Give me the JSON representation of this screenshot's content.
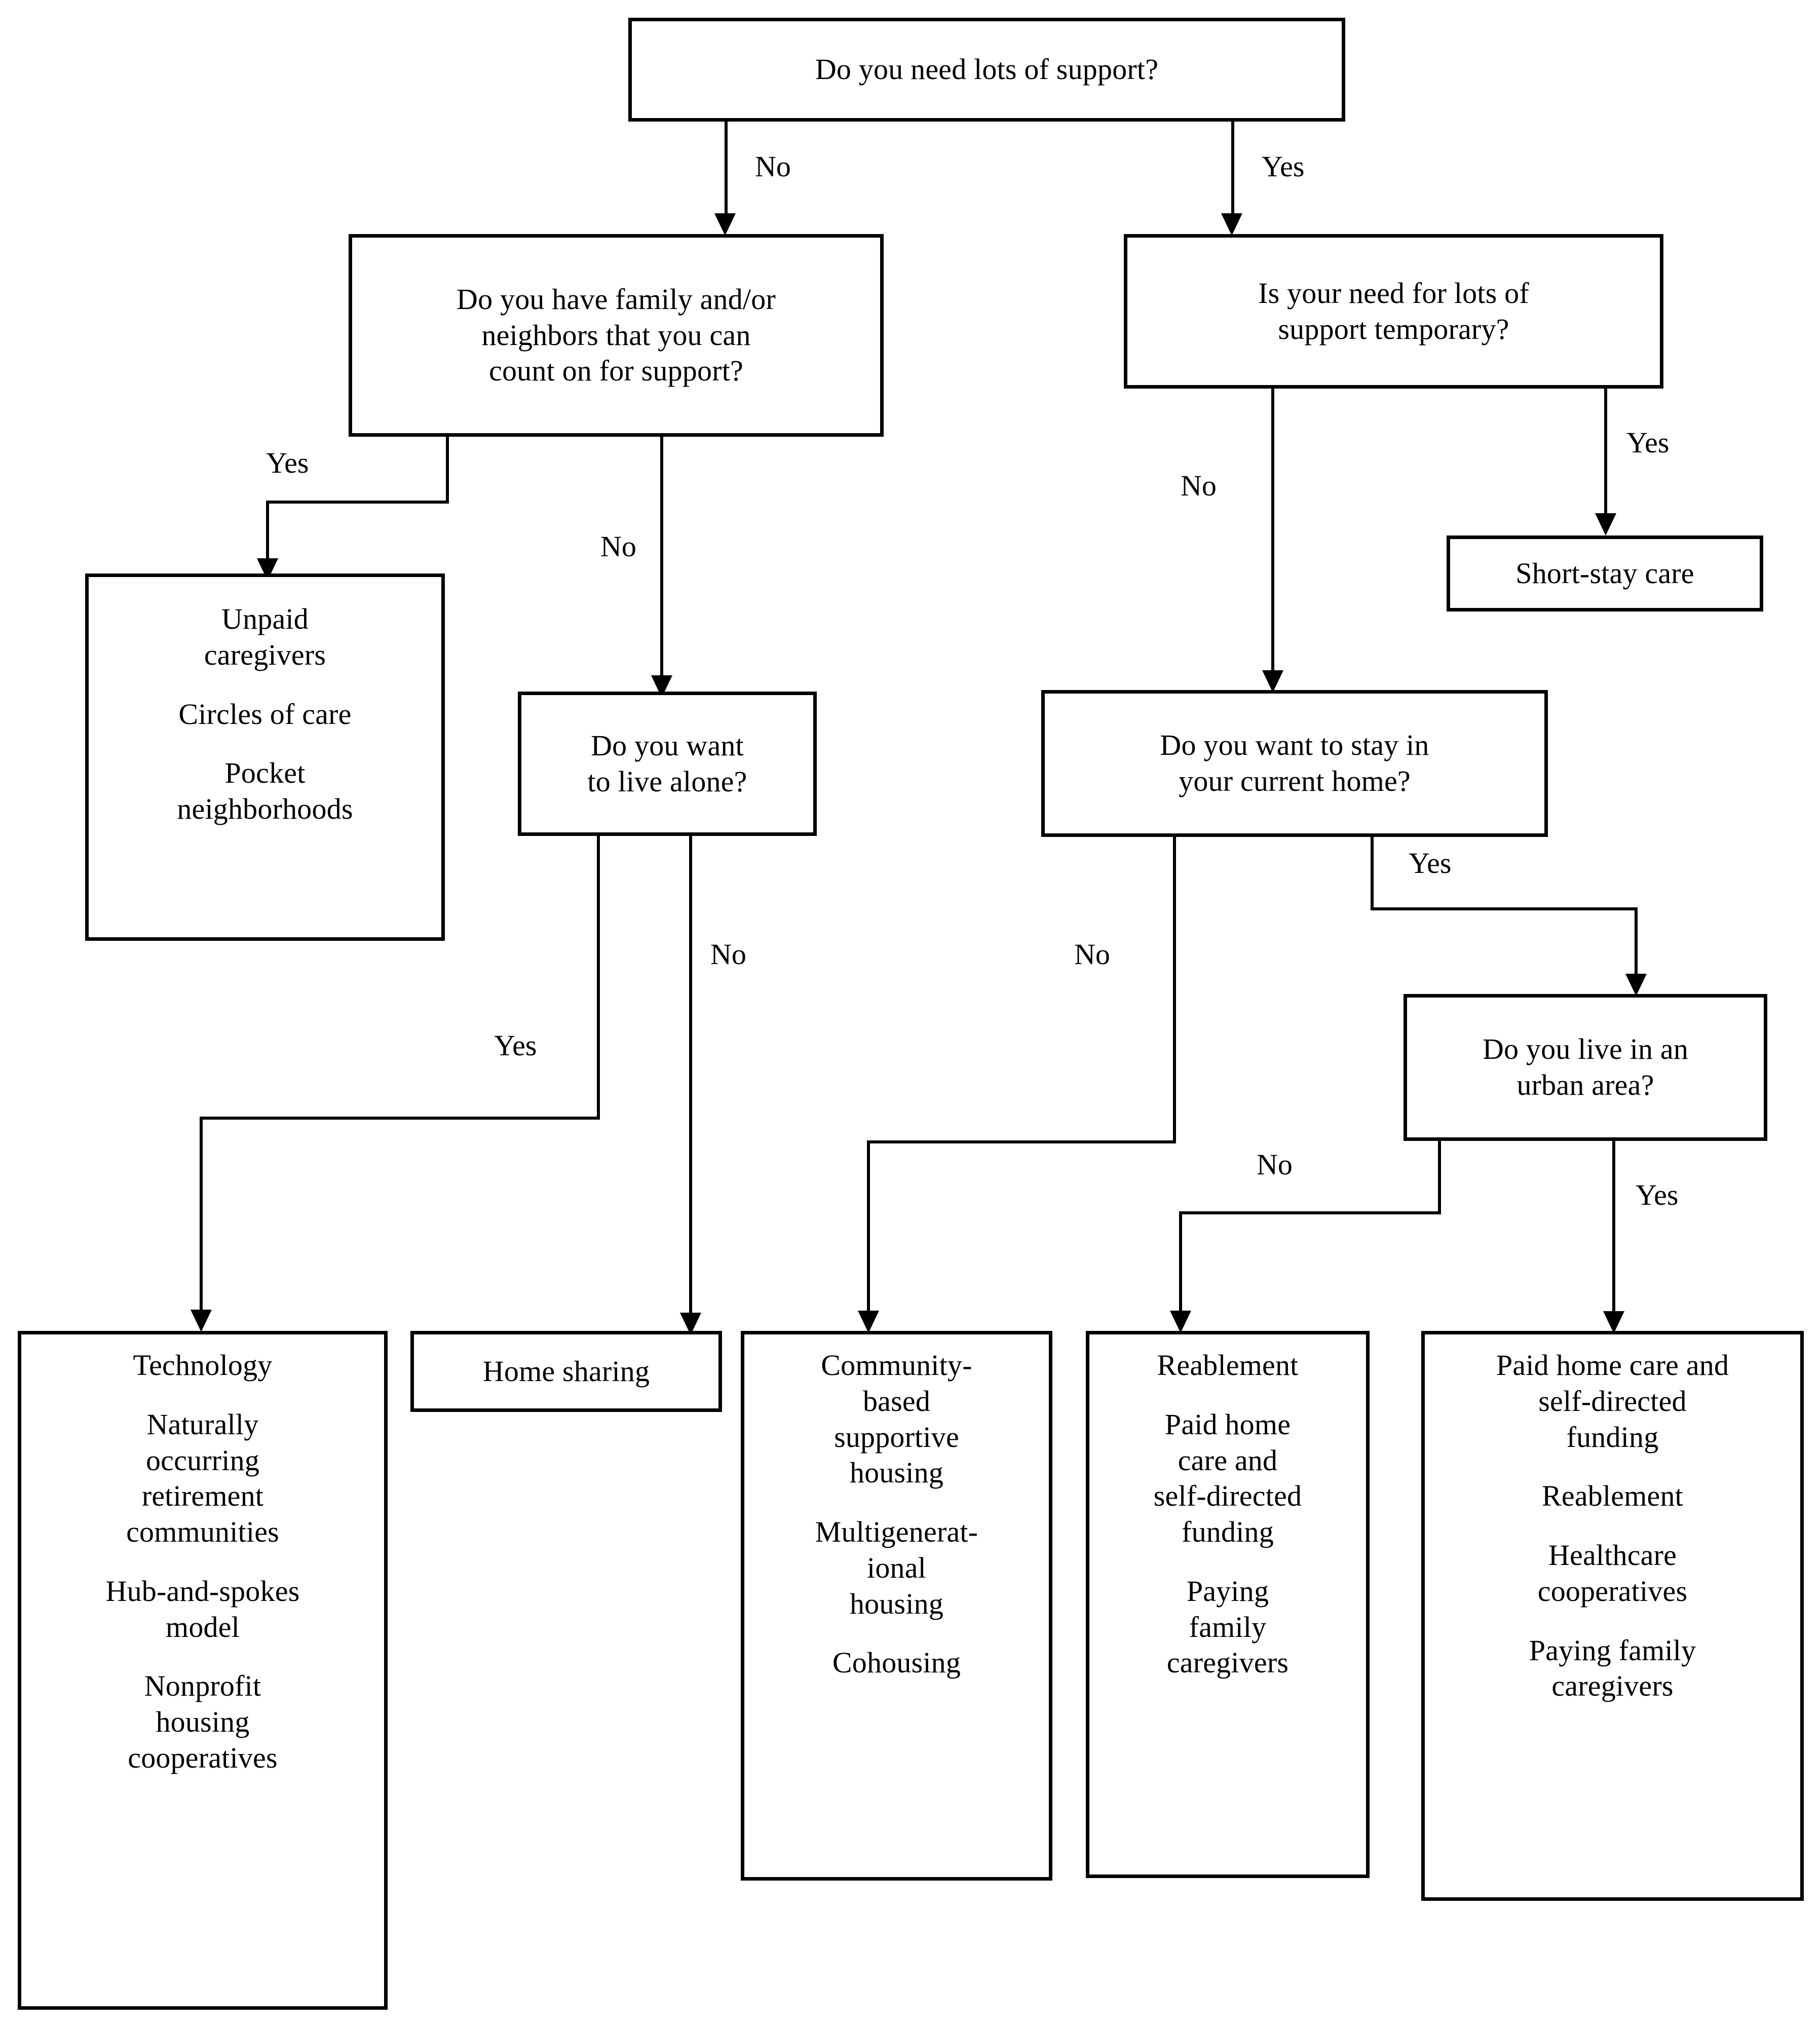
{
  "diagram": {
    "title": "Decision flowchart for care and housing support options",
    "type": "decision-flowchart",
    "line_color": "#000000",
    "background_color": "#ffffff"
  },
  "nodes": {
    "need_support": {
      "text": "Do you need lots of support?"
    },
    "family_neighbors": {
      "line1": "Do you have family and/or",
      "line2": "neighbors that you can",
      "line3": "count on for support?"
    },
    "temporary": {
      "line1": "Is your need for lots of",
      "line2": "support temporary?"
    },
    "short_stay": {
      "text": "Short-stay care"
    },
    "unpaid_caregivers": {
      "item1": "Unpaid\ncaregivers",
      "item2": "Circles of care",
      "item3": "Pocket\nneighborhoods"
    },
    "live_alone": {
      "line1": "Do you want",
      "line2": "to live alone?"
    },
    "stay_home": {
      "line1": "Do you want to stay in",
      "line2": "your current home?"
    },
    "urban_area": {
      "line1": "Do you live in an",
      "line2": "urban area?"
    },
    "technology": {
      "item1": "Technology",
      "item2": "Naturally\noccurring\nretirement\ncommunities",
      "item3": "Hub-and-spokes\nmodel",
      "item4": "Nonprofit\nhousing\ncooperatives"
    },
    "home_sharing": {
      "text": "Home sharing"
    },
    "community_housing": {
      "item1": "Community-\nbased\nsupportive\nhousing",
      "item2": "Multigenerat-\nional\nhousing",
      "item3": "Cohousing"
    },
    "reablement": {
      "item1": "Reablement",
      "item2": "Paid home\ncare and\nself-directed\nfunding",
      "item3": "Paying\nfamily\ncaregivers"
    },
    "paid_home_care": {
      "item1": "Paid home care and\nself-directed\nfunding",
      "item2": "Reablement",
      "item3": "Healthcare\ncooperatives",
      "item4": "Paying family\ncaregivers"
    }
  },
  "edge_labels": {
    "need_support_no": "No",
    "need_support_yes": "Yes",
    "temporary_yes": "Yes",
    "temporary_no": "No",
    "family_yes": "Yes",
    "family_no": "No",
    "live_alone_yes": "Yes",
    "live_alone_no": "No",
    "stay_home_yes": "Yes",
    "stay_home_no": "No",
    "urban_no": "No",
    "urban_yes": "Yes"
  }
}
